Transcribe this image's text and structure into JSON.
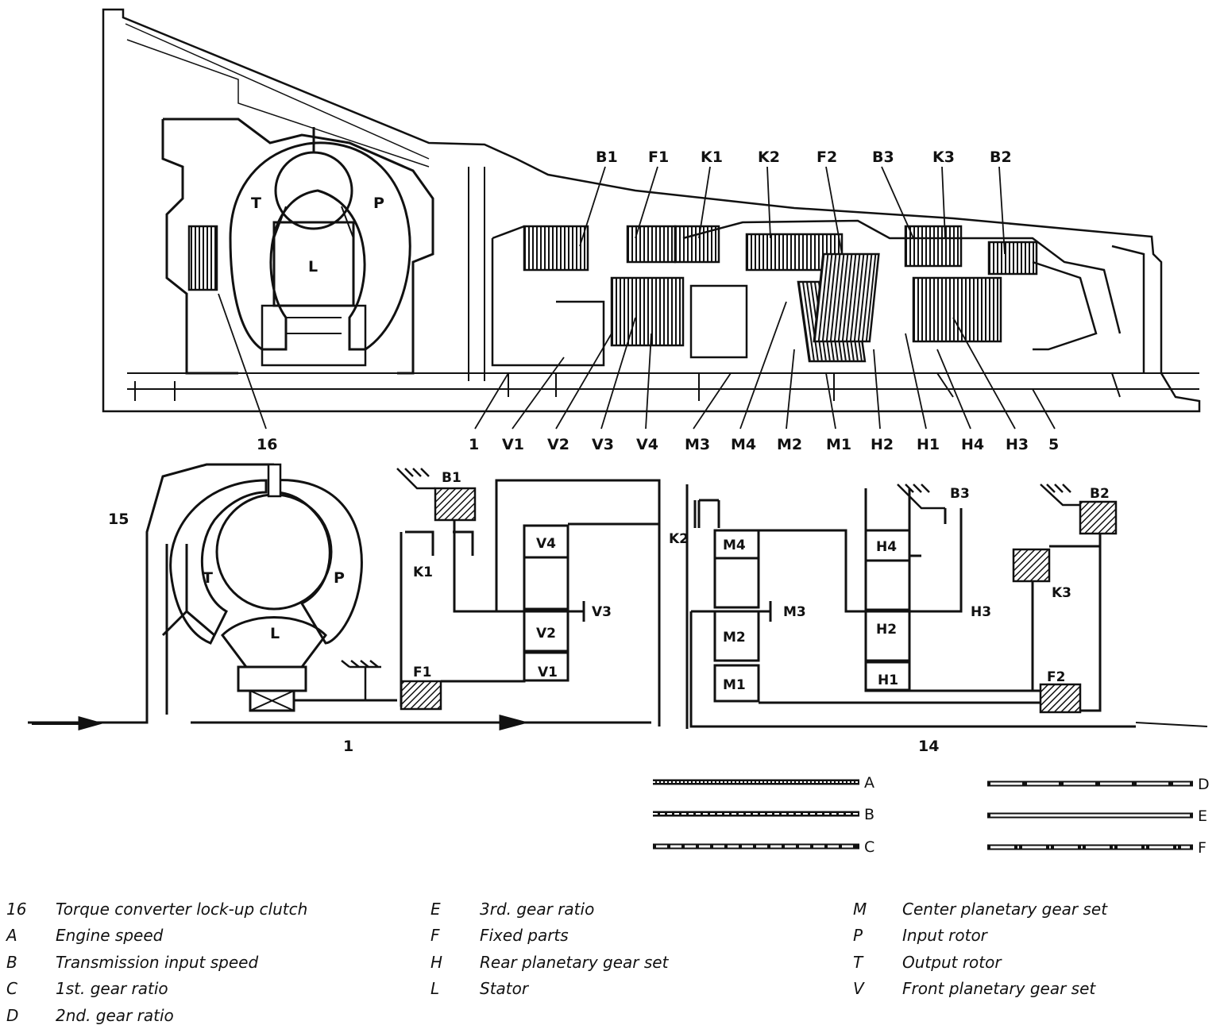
{
  "top_section": {
    "labels_top": [
      "B1",
      "F1",
      "K1",
      "K2",
      "F2",
      "B3",
      "K3",
      "B2"
    ],
    "labels_bottom": [
      "1",
      "V1",
      "V2",
      "V3",
      "V4",
      "M3",
      "M4",
      "M2",
      "M1",
      "H2",
      "H1",
      "H4",
      "H3",
      "5"
    ],
    "label_16": "16",
    "converter_letters": {
      "t": "T",
      "p": "P",
      "l": "L"
    }
  },
  "schematic": {
    "label_15": "15",
    "label_1": "1",
    "label_14": "14",
    "converter_letters": {
      "t": "T",
      "p": "P",
      "l": "L"
    },
    "brakes": {
      "b1": "B1",
      "b3": "B3",
      "b2": "B2"
    },
    "clutches": {
      "k1": "K1",
      "k2": "K2",
      "k3": "K3"
    },
    "freewheels": {
      "f1": "F1",
      "f2": "F2"
    },
    "front_set": {
      "v1": "V1",
      "v2": "V2",
      "v3": "V3",
      "v4": "V4"
    },
    "center_set": {
      "m1": "M1",
      "m2": "M2",
      "m3": "M3",
      "m4": "M4"
    },
    "rear_set": {
      "h1": "H1",
      "h2": "H2",
      "h3": "H3",
      "h4": "H4"
    }
  },
  "line_legend": [
    "A",
    "B",
    "C",
    "D",
    "E",
    "F"
  ],
  "key": {
    "col1": [
      {
        "code": "16",
        "text": "Torque converter lock-up clutch"
      },
      {
        "code": "A",
        "text": "Engine speed"
      },
      {
        "code": "B",
        "text": "Transmission input speed"
      },
      {
        "code": "C",
        "text": "1st. gear ratio"
      },
      {
        "code": "D",
        "text": "2nd. gear ratio"
      }
    ],
    "col2": [
      {
        "code": "E",
        "text": "3rd. gear ratio"
      },
      {
        "code": "F",
        "text": "Fixed parts"
      },
      {
        "code": "H",
        "text": "Rear planetary gear set"
      },
      {
        "code": "L",
        "text": "Stator"
      }
    ],
    "col3": [
      {
        "code": "M",
        "text": "Center planetary gear set"
      },
      {
        "code": "P",
        "text": "Input rotor"
      },
      {
        "code": "T",
        "text": "Output rotor"
      },
      {
        "code": "V",
        "text": "Front planetary gear set"
      }
    ]
  }
}
